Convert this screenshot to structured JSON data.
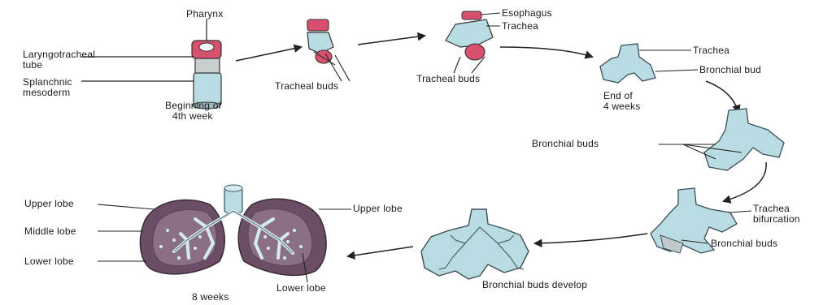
{
  "labels": {
    "pharynx": "Pharynx",
    "laryngotracheal_tube_1": "Laryngotracheal",
    "laryngotracheal_tube_2": "tube",
    "splanchnic_mesoderm_1": "Splanchnic",
    "splanchnic_mesoderm_2": "mesoderm",
    "beginning_1": "Beginning of",
    "beginning_2": "4th week",
    "tracheal_buds_1": "Tracheal buds",
    "tracheal_buds_2": "Tracheal buds",
    "esophagus": "Esophagus",
    "trachea_1": "Trachea",
    "trachea_2": "Trachea",
    "bronchial_bud": "Bronchial bud",
    "end_of_1": "End of",
    "end_of_2": "4 weeks",
    "bronchial_buds_1": "Bronchial buds",
    "trachea_3": "Trachea",
    "bifurcation": "bifurcation",
    "bronchial_buds_2": "Bronchial buds",
    "bronchial_buds_develop": "Bronchial buds develop",
    "upper_lobe_left": "Upper lobe",
    "middle_lobe": "Middle lobe",
    "lower_lobe_left": "Lower lobe",
    "upper_lobe_right": "Upper lobe",
    "lower_lobe_right": "Lower lobe",
    "eight_weeks": "8 weeks"
  },
  "colors": {
    "bronchus_fill": "#b9dce3",
    "bronchus_stroke": "#3b4f57",
    "lung_fill": "#6b4d66",
    "lung_inner": "#8a6f86",
    "pink": "#d8506e",
    "line": "#222222"
  }
}
